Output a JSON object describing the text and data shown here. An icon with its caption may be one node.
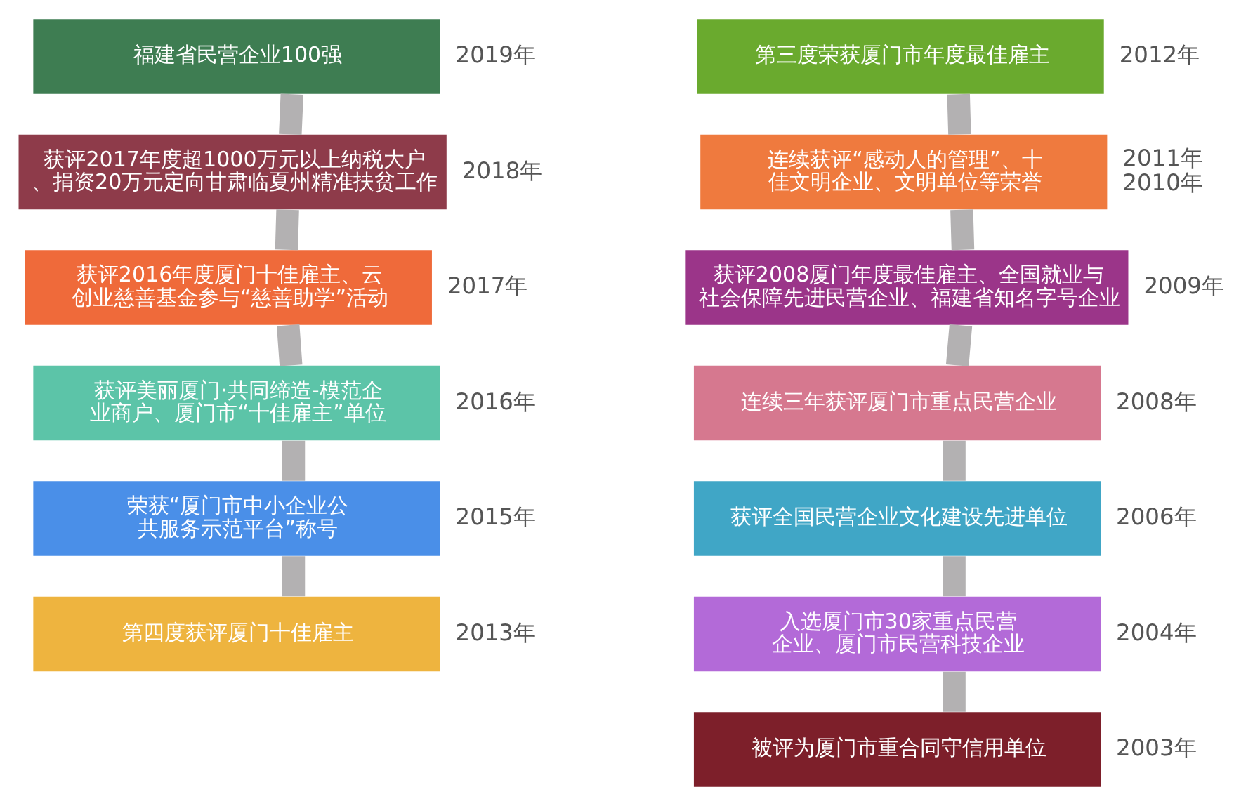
{
  "diagram": {
    "nodes": [
      {
        "text": [
          "福建省民营企业100强"
        ],
        "beside": [
          "2019年"
        ]
      },
      {
        "text": [
          "获评2017年度超1000万元以上纳税大户、捐资20万元定向甘肃临夏州精准扶贫工作"
        ],
        "beside": [
          "2018年"
        ]
      },
      {
        "text": [
          "获评2016年度厦门十佳雇主、云创业慈善基金参与“慈善助学”活动"
        ],
        "beside": [
          "2017年"
        ]
      },
      {
        "text": [
          "获评美丽厦门·共同缔造-模范企业商户、厦门市“十佳雇主”单位"
        ],
        "beside": [
          "2016年"
        ]
      },
      {
        "text": [
          "荣获“厦门市中小企业公共服务示范平台”称号"
        ],
        "beside": [
          "2015年"
        ]
      },
      {
        "text": [
          "第四度获评厦门十佳雇主"
        ],
        "beside": [
          "2013年"
        ]
      },
      {
        "text": [
          "第三度荣获厦门市年度最佳雇主"
        ],
        "beside": [
          "2012年"
        ]
      },
      {
        "text": [
          "连续获评“感动人的管理”、十佳文明企业、文明单位等荣誉"
        ],
        "beside": [
          "2011年",
          "2010年"
        ]
      },
      {
        "text": [
          "获评2008厦门年度最佳雇主、全国就业与社会保障先进民营企业、福建省知名字号企业"
        ],
        "beside": [
          "2009年"
        ]
      },
      {
        "text": [
          "连续三年获评厦门市重点民营企业"
        ],
        "beside": [
          "2008年"
        ]
      },
      {
        "text": [
          "获评全国民营企业文化建设先进单位"
        ],
        "beside": [
          "2006年"
        ]
      },
      {
        "text": [
          "入选厦门市30家重点民营企业、厦门市民营科技企业"
        ],
        "beside": [
          "2004年"
        ]
      },
      {
        "text": [
          "被评为厦门市重合同守信用单位"
        ],
        "beside": [
          "2003年"
        ]
      }
    ],
    "edges": [
      {
        "from": 0,
        "to": 1,
        "arrow": "none"
      },
      {
        "from": 1,
        "to": 2,
        "arrow": "none"
      },
      {
        "from": 2,
        "to": 3,
        "arrow": "none"
      },
      {
        "from": 3,
        "to": 4,
        "arrow": "none"
      },
      {
        "from": 4,
        "to": 5,
        "arrow": "none"
      },
      {
        "from": 6,
        "to": 7,
        "arrow": "none"
      },
      {
        "from": 7,
        "to": 8,
        "arrow": "none"
      },
      {
        "from": 8,
        "to": 9,
        "arrow": "none"
      },
      {
        "from": 9,
        "to": 10,
        "arrow": "none"
      },
      {
        "from": 10,
        "to": 11,
        "arrow": "none"
      },
      {
        "from": 11,
        "to": 12,
        "arrow": "none"
      }
    ]
  }
}
